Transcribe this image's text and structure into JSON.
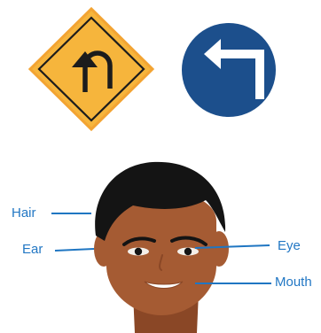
{
  "colors": {
    "label_text": "#2277c4",
    "leader_line": "#1f76c2",
    "uturn_sign_fill": "#f6b53c",
    "uturn_sign_border": "#f3a433",
    "sign_symbol_dark": "#1c1c1c",
    "left_turn_sign_fill": "#1c4f8c",
    "left_turn_symbol": "#ffffff",
    "skin": "#a55b33",
    "skin_shadow": "#8a4726",
    "hair": "#141414"
  },
  "signs": [
    {
      "name": "u-turn-sign",
      "icon": "u-turn-arrow-icon"
    },
    {
      "name": "left-turn-sign",
      "icon": "left-turn-arrow-icon"
    }
  ],
  "face": {
    "labels": {
      "hair": "Hair",
      "ear": "Ear",
      "eye": "Eye",
      "mouth": "Mouth"
    }
  }
}
